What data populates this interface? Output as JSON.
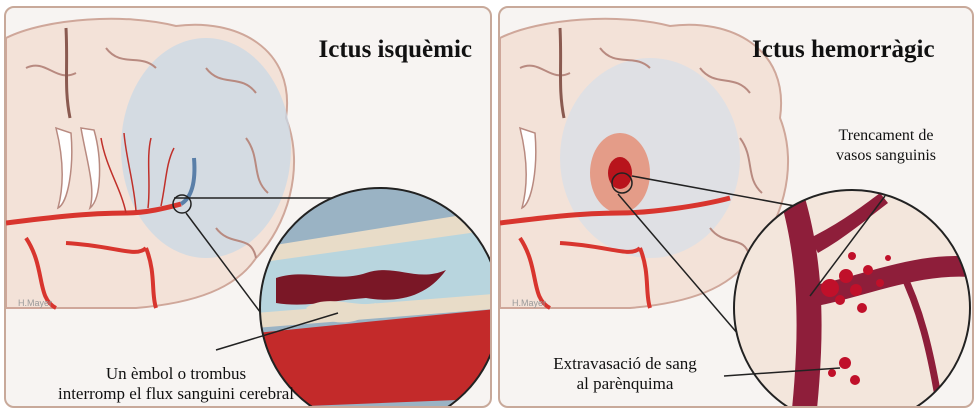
{
  "panels": {
    "left": {
      "title": "Ictus isquèmic",
      "credit": "H.Mayer",
      "caption_line1": "Un èmbol o trombus",
      "caption_line2": "interromp el flux sanguini cerebral"
    },
    "right": {
      "title": "Ictus hemorràgic",
      "credit": "H.Mayer",
      "label_top_line1": "Trencament de",
      "label_top_line2": "vasos sanguinis",
      "label_bottom_line1": "Extravasació de sang",
      "label_bottom_line2": "al parènquima"
    }
  },
  "colors": {
    "frame": "#c8a99a",
    "brain": "#f3e2d8",
    "vessel": "#d8352e",
    "clot": "#7a1726",
    "blood": "#c0102a"
  }
}
